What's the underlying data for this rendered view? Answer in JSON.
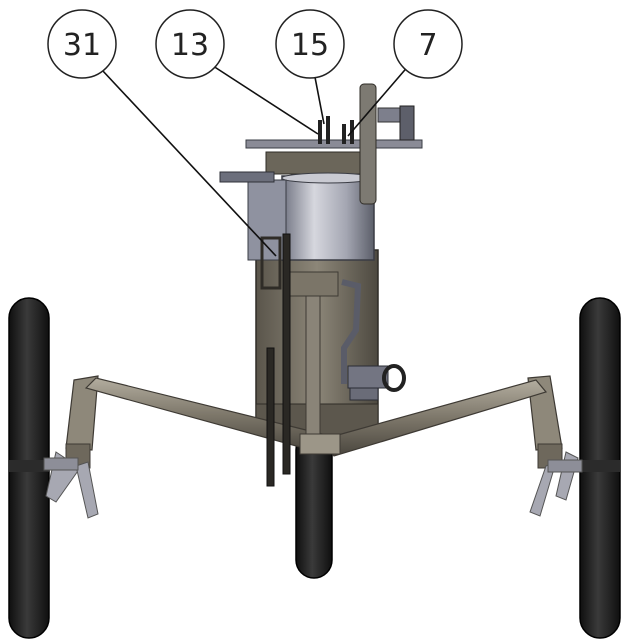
{
  "drawing": {
    "view": "front view",
    "balloons": [
      {
        "id": "b31",
        "label": "31"
      },
      {
        "id": "b13",
        "label": "13"
      },
      {
        "id": "b15",
        "label": "15"
      },
      {
        "id": "b7",
        "label": "7"
      }
    ]
  },
  "colors": {
    "background": "#ffffff",
    "frame_metal": "#8a8478",
    "frame_dark": "#3e3a34",
    "tank_steel": "#b8b8c2",
    "tire": "#1c1c1c",
    "leader_line": "#111111",
    "balloon_stroke": "#222222"
  }
}
